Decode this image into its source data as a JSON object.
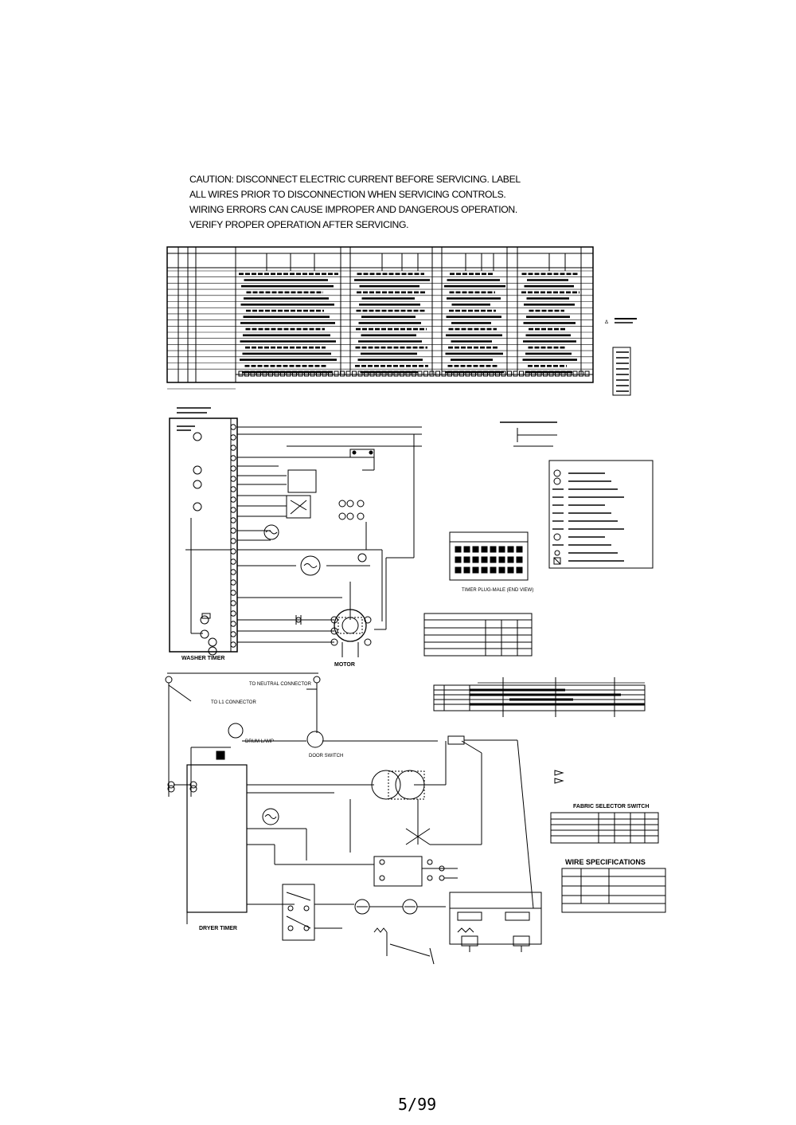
{
  "caution": {
    "line1": "CAUTION: DISCONNECT ELECTRIC CURRENT BEFORE SERVICING. LABEL",
    "line2": "ALL WIRES PRIOR TO DISCONNECTION WHEN SERVICING CONTROLS.",
    "line3": "WIRING ERRORS CAN CAUSE IMPROPER AND DANGEROUS OPERATION.",
    "line4": "VERIFY PROPER OPERATION AFTER SERVICING."
  },
  "labels": {
    "washer_timer": "WASHER TIMER",
    "motor": "MOTOR",
    "timer_plug": "TIMER PLUG-MALE (END VIEW)",
    "dryer_timer": "DRYER TIMER",
    "wire_specifications": "WIRE SPECIFICATIONS",
    "drum_lamp": "DRUM LAMP",
    "door_switch": "DOOR SWITCH",
    "fabric_selector_switch": "FABRIC SELECTOR SWITCH",
    "to_neutral_connector": "TO NEUTRAL CONNECTOR",
    "to_l1_connector": "TO L1 CONNECTOR"
  },
  "page_number": "5/99"
}
